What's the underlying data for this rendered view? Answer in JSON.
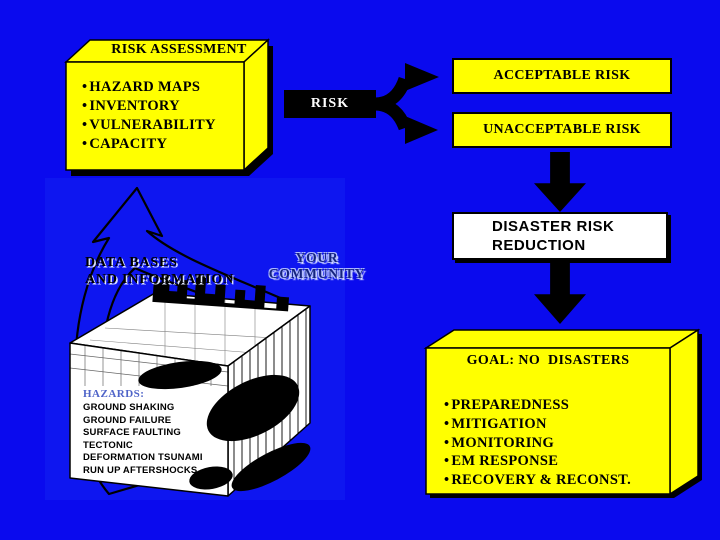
{
  "colors": {
    "background_blue": "#0a0aee",
    "picture_blue": "#0e16f0",
    "box_yellow": "#ffff00",
    "ink_black": "#000000",
    "white": "#ffffff"
  },
  "risk_assessment_box": {
    "title": "RISK ASSESSMENT",
    "items": [
      "HAZARD MAPS",
      "INVENTORY",
      "VULNERABILITY",
      "CAPACITY"
    ]
  },
  "risk_connector": {
    "label": "RISK"
  },
  "acceptable_risk_box": {
    "label": "ACCEPTABLE RISK"
  },
  "unacceptable_risk_box": {
    "label": "UNACCEPTABLE RISK"
  },
  "disaster_risk_reduction_box": {
    "label": "DISASTER RISK\nREDUCTION"
  },
  "goal_box": {
    "title": "GOAL: NO  DISASTERS",
    "items": [
      "PREPAREDNESS",
      "MITIGATION",
      "MONITORING",
      "EM RESPONSE",
      "RECOVERY & RECONST."
    ]
  },
  "community_picture": {
    "data_bases_label": "DATA BASES\nAND INFORMATION",
    "community_label": "YOUR\nCOMMUNITY",
    "hazards_title": "HAZARDS:",
    "hazard_items": [
      "GROUND SHAKING",
      "GROUND FAILURE",
      "SURFACE FAULTING",
      "TECTONIC",
      "DEFORMATION TSUNAMI",
      "RUN UP AFTERSHOCKS"
    ]
  }
}
